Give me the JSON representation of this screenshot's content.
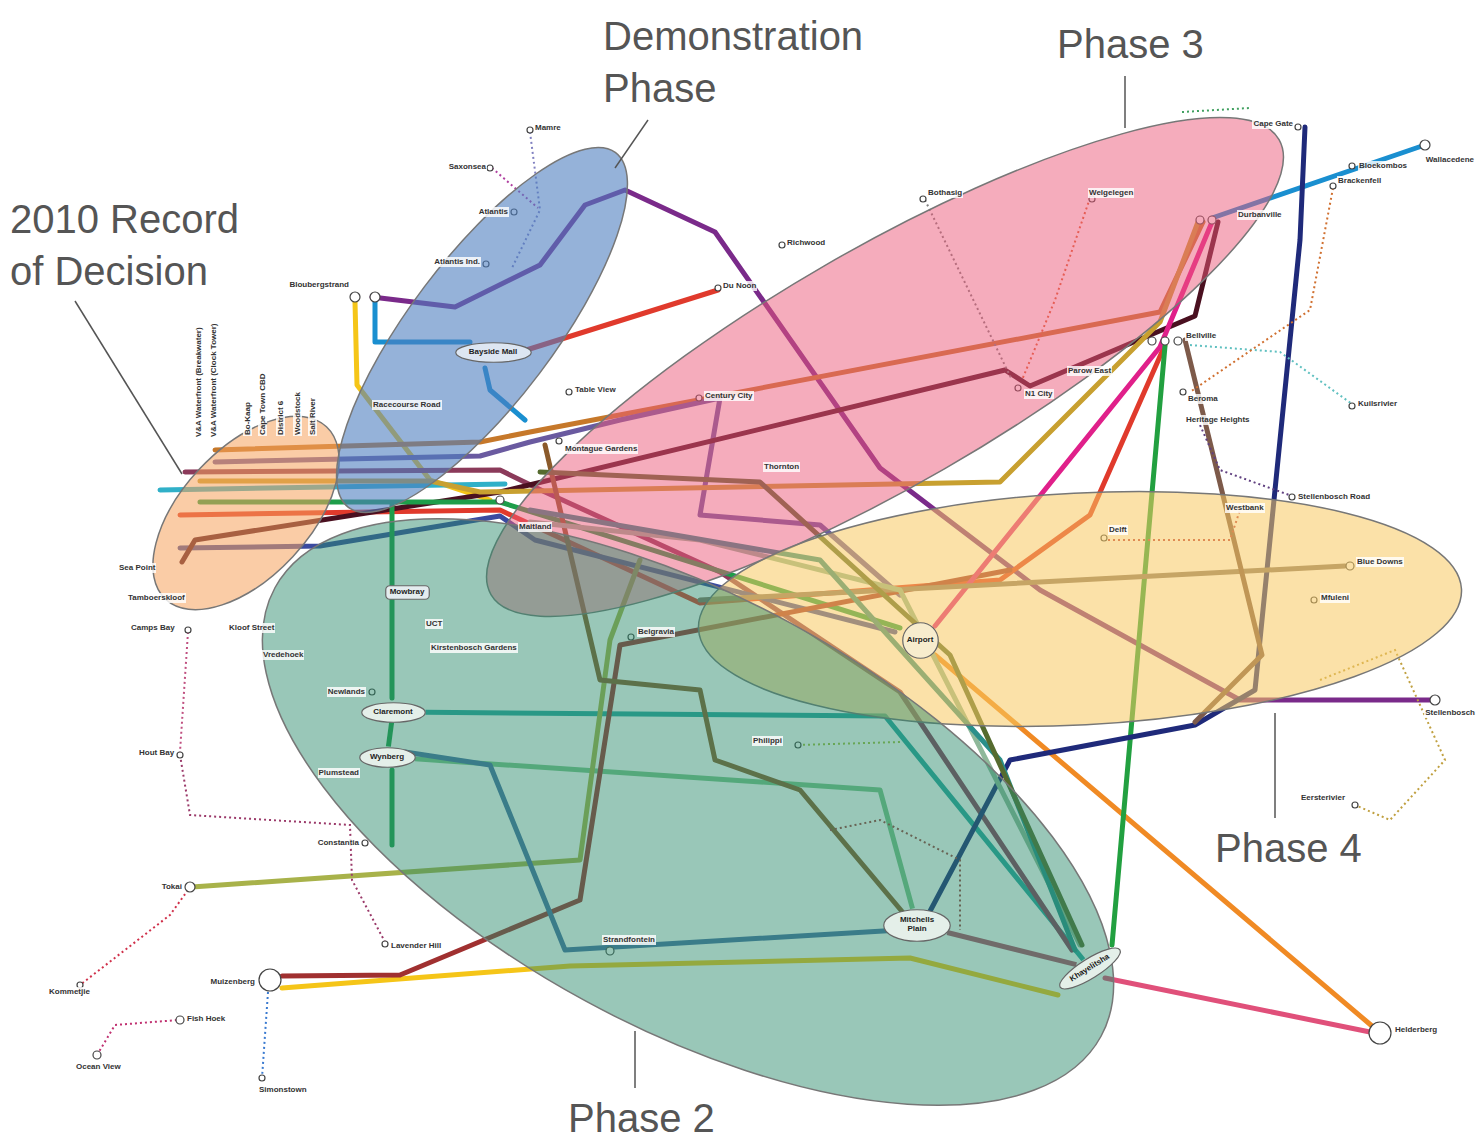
{
  "diagram": {
    "nodes": [
      {
        "text": [
          "Bayside Mall"
        ]
      },
      {
        "text": [
          "Mowbray"
        ]
      },
      {
        "text": [
          "Airport"
        ]
      },
      {
        "text": [
          "Claremont"
        ]
      },
      {
        "text": [
          "Wynberg"
        ]
      },
      {
        "text": [
          "Mitchells Plain"
        ]
      },
      {
        "text": [
          "Khayelitsha"
        ]
      }
    ],
    "edges": [
      {
        "from": 3,
        "to": 4,
        "arrow": "none"
      },
      {
        "from": 4,
        "to": 5,
        "arrow": "none"
      },
      {
        "from": 3,
        "to": 6,
        "arrow": "none"
      },
      {
        "from": 5,
        "to": 6,
        "arrow": "none"
      }
    ],
    "labels": [
      "Mamre",
      "Saxonsea",
      "Atlantis",
      "Atlantis Ind.",
      "Bloubergstrand",
      "Racecourse Road",
      "Table View",
      "Century City",
      "Montague Gardens",
      "Richwood",
      "Du Noon",
      "Bothasig",
      "Welgelegen",
      "N1 City",
      "Parow East",
      "Bellville",
      "Durbanville",
      "Cape Gate",
      "Bloekombos",
      "Wallacedene",
      "Brackenfell",
      "Kuilsrivier",
      "Beroma",
      "Heritage Heights",
      "Stellenbosch Road",
      "Westbank",
      "Delft",
      "Blue Downs",
      "Mfuleni",
      "Thornton",
      "Maitland",
      "Stellenbosch",
      "Eersterivier",
      "Philippi",
      "Belgravia",
      "UCT",
      "Kirstenbosch Gardens",
      "Newlands",
      "Plumstead",
      "Constantia",
      "Tokai",
      "Lavender Hill",
      "Muizenberg",
      "Strandfontein",
      "Helderberg",
      "Kommetjie",
      "Fish Hoek",
      "Ocean View",
      "Simonstown",
      "Hout Bay",
      "Camps Bay",
      "Tamboerskloof",
      "Sea Point",
      "Kloof Street",
      "Vredehoek",
      "V&A Waterfront (Breakwater)",
      "V&A Waterfront (Clock Tower)",
      "Bo-Kaap",
      "Cape Town CBD",
      "District 6",
      "Woodstock",
      "Salt River",
      "2010 Record of Decision",
      "Demonstration Phase",
      "Phase 3",
      "Phase 4",
      "Phase 2"
    ]
  }
}
